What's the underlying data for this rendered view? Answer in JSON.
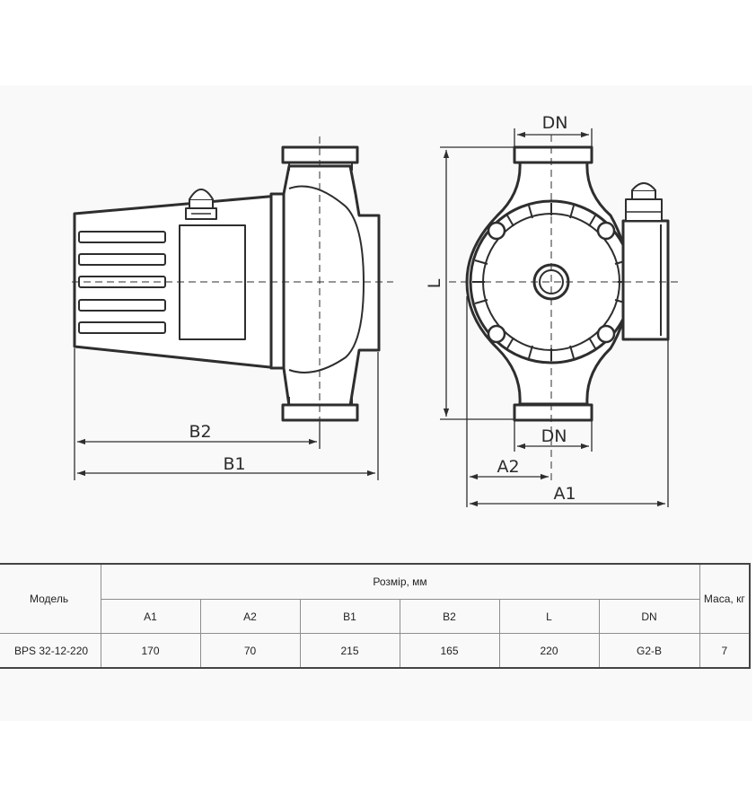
{
  "drawing": {
    "labels": {
      "b1": "B1",
      "b2": "B2",
      "dn_top": "DN",
      "dn_bottom": "DN",
      "a1": "A1",
      "a2": "A2",
      "l": "L"
    },
    "colors": {
      "line": "#2e2e2e",
      "panel": "#f9f9f9"
    }
  },
  "table": {
    "model_header": "Модель",
    "size_header": "Розмір, мм",
    "mass_header": "Маса, кг",
    "columns": [
      "A1",
      "A2",
      "B1",
      "B2",
      "L",
      "DN"
    ],
    "row": {
      "model": "BPS 32-12-220",
      "values": [
        "170",
        "70",
        "215",
        "165",
        "220",
        "G2-B"
      ],
      "mass": "7"
    }
  }
}
